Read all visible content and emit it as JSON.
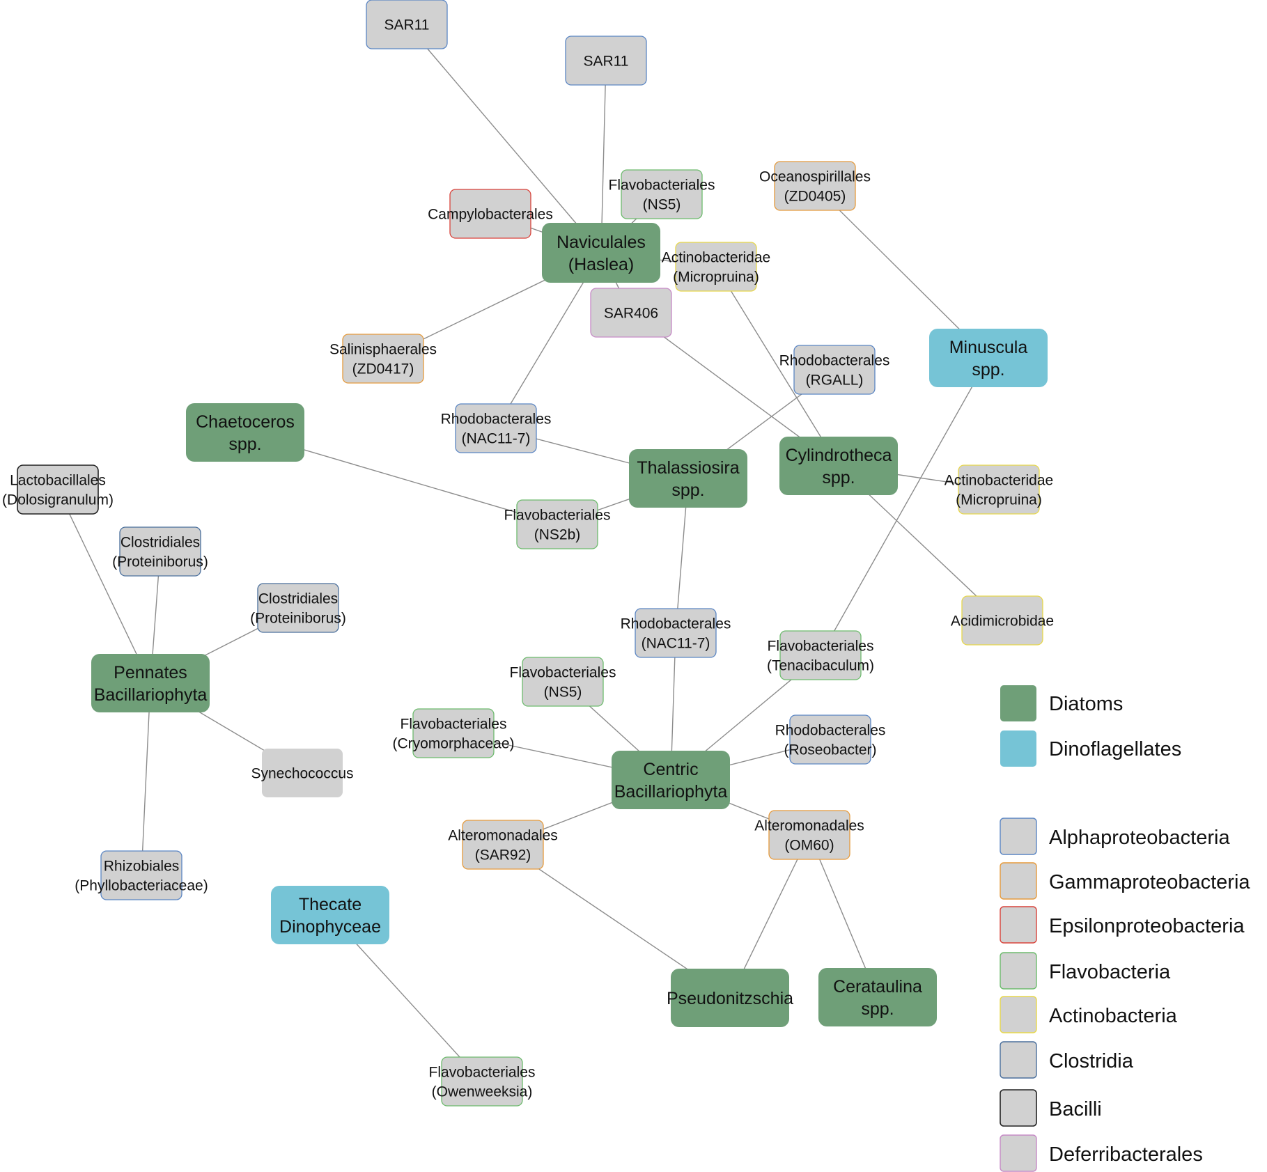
{
  "colors": {
    "diatom_fill": "#6f9f78",
    "dino_fill": "#76c4d6",
    "bacteria_fill": "#d1d1d1",
    "edge": "#8c8c8c",
    "alpha": "#5b86c4",
    "gamma": "#e59a3c",
    "epsilon": "#d9423a",
    "flavo": "#6dbb6d",
    "actino": "#e8d84a",
    "clostridia": "#4a6f9c",
    "bacilli": "#222222",
    "deferri": "#c68ac6"
  },
  "nodes": [
    {
      "id": "sar11a",
      "kind": "bacteria",
      "group": "alpha",
      "lines": [
        "SAR11"
      ]
    },
    {
      "id": "sar11b",
      "kind": "bacteria",
      "group": "alpha",
      "lines": [
        "SAR11"
      ]
    },
    {
      "id": "flavo_ns5_top",
      "kind": "bacteria",
      "group": "flavo",
      "lines": [
        "Flavobacteriales",
        "(NS5)"
      ]
    },
    {
      "id": "oceano",
      "kind": "bacteria",
      "group": "gamma",
      "lines": [
        "Oceanospirillales",
        "(ZD0405)"
      ]
    },
    {
      "id": "campy",
      "kind": "bacteria",
      "group": "epsilon",
      "lines": [
        "Campylobacterales"
      ]
    },
    {
      "id": "navic",
      "kind": "diatom",
      "lines": [
        "Naviculales",
        "(Haslea)"
      ]
    },
    {
      "id": "actino_top",
      "kind": "bacteria",
      "group": "actino",
      "lines": [
        "Actinobacteridae",
        "(Micropruina)"
      ]
    },
    {
      "id": "sar406",
      "kind": "bacteria",
      "group": "deferri",
      "lines": [
        "SAR406"
      ]
    },
    {
      "id": "salini",
      "kind": "bacteria",
      "group": "gamma",
      "lines": [
        "Salinisphaerales",
        "(ZD0417)"
      ]
    },
    {
      "id": "minus",
      "kind": "dino",
      "lines": [
        "Minuscula",
        "spp."
      ]
    },
    {
      "id": "rgall",
      "kind": "bacteria",
      "group": "alpha",
      "lines": [
        "Rhodobacterales",
        "(RGALL)"
      ]
    },
    {
      "id": "chaeto",
      "kind": "diatom",
      "lines": [
        "Chaetoceros",
        "spp."
      ]
    },
    {
      "id": "nac_top",
      "kind": "bacteria",
      "group": "alpha",
      "lines": [
        "Rhodobacterales",
        "(NAC11-7)"
      ]
    },
    {
      "id": "thalas",
      "kind": "diatom",
      "lines": [
        "Thalassiosira",
        "spp."
      ]
    },
    {
      "id": "cylin",
      "kind": "diatom",
      "lines": [
        "Cylindrotheca",
        "spp."
      ]
    },
    {
      "id": "actino_right",
      "kind": "bacteria",
      "group": "actino",
      "lines": [
        "Actinobacteridae",
        "(Micropruina)"
      ]
    },
    {
      "id": "lacto",
      "kind": "bacteria",
      "group": "bacilli",
      "lines": [
        "Lactobacillales",
        "(Dolosigranulum)"
      ]
    },
    {
      "id": "ns2b",
      "kind": "bacteria",
      "group": "flavo",
      "lines": [
        "Flavobacteriales",
        "(NS2b)"
      ]
    },
    {
      "id": "clos1",
      "kind": "bacteria",
      "group": "clostridia",
      "lines": [
        "Clostridiales",
        "(Proteiniborus)"
      ]
    },
    {
      "id": "clos2",
      "kind": "bacteria",
      "group": "clostridia",
      "lines": [
        "Clostridiales",
        "(Proteiniborus)"
      ]
    },
    {
      "id": "acidi",
      "kind": "bacteria",
      "group": "actino",
      "lines": [
        "Acidimicrobidae"
      ]
    },
    {
      "id": "nac_mid",
      "kind": "bacteria",
      "group": "alpha",
      "lines": [
        "Rhodobacterales",
        "(NAC11-7)"
      ]
    },
    {
      "id": "tenac",
      "kind": "bacteria",
      "group": "flavo",
      "lines": [
        "Flavobacteriales",
        "(Tenacibaculum)"
      ]
    },
    {
      "id": "pennates",
      "kind": "diatom",
      "lines": [
        "Pennates",
        "Bacillariophyta"
      ]
    },
    {
      "id": "ns5_mid",
      "kind": "bacteria",
      "group": "flavo",
      "lines": [
        "Flavobacteriales",
        "(NS5)"
      ]
    },
    {
      "id": "roseo",
      "kind": "bacteria",
      "group": "alpha",
      "lines": [
        "Rhodobacterales",
        "(Roseobacter)"
      ]
    },
    {
      "id": "cryo",
      "kind": "bacteria",
      "group": "flavo",
      "lines": [
        "Flavobacteriales",
        "(Cryomorphaceae)"
      ]
    },
    {
      "id": "centric",
      "kind": "diatom",
      "lines": [
        "Centric",
        "Bacillariophyta"
      ]
    },
    {
      "id": "syne",
      "kind": "bacteria",
      "group": "none",
      "lines": [
        "Synechococcus"
      ]
    },
    {
      "id": "sar92",
      "kind": "bacteria",
      "group": "gamma",
      "lines": [
        "Alteromonadales",
        "(SAR92)"
      ]
    },
    {
      "id": "om60",
      "kind": "bacteria",
      "group": "gamma",
      "lines": [
        "Alteromonadales",
        "(OM60)"
      ]
    },
    {
      "id": "rhizo",
      "kind": "bacteria",
      "group": "alpha",
      "lines": [
        "Rhizobiales",
        "(Phyllobacteriaceae)"
      ]
    },
    {
      "id": "thecate",
      "kind": "dino",
      "lines": [
        "Thecate",
        "Dinophyceae"
      ]
    },
    {
      "id": "pseudo",
      "kind": "diatom",
      "lines": [
        "Pseudonitzschia"
      ]
    },
    {
      "id": "cerat",
      "kind": "diatom",
      "lines": [
        "Cerataulina",
        "spp."
      ]
    },
    {
      "id": "owen",
      "kind": "bacteria",
      "group": "flavo",
      "lines": [
        "Flavobacteriales",
        "(Owenweeksia)"
      ]
    }
  ],
  "edges": [
    [
      "sar11a",
      "navic"
    ],
    [
      "sar11b",
      "navic"
    ],
    [
      "flavo_ns5_top",
      "navic"
    ],
    [
      "campy",
      "navic"
    ],
    [
      "actino_top",
      "navic"
    ],
    [
      "sar406",
      "navic"
    ],
    [
      "salini",
      "navic"
    ],
    [
      "nac_top",
      "navic"
    ],
    [
      "oceano",
      "minus"
    ],
    [
      "minus",
      "tenac"
    ],
    [
      "sar406",
      "cylin"
    ],
    [
      "actino_top",
      "cylin"
    ],
    [
      "cylin",
      "actino_right"
    ],
    [
      "cylin",
      "acidi"
    ],
    [
      "rgall",
      "thalas"
    ],
    [
      "nac_top",
      "thalas"
    ],
    [
      "thalas",
      "nac_mid"
    ],
    [
      "chaeto",
      "ns2b"
    ],
    [
      "ns2b",
      "thalas"
    ],
    [
      "lacto",
      "pennates"
    ],
    [
      "clos1",
      "pennates"
    ],
    [
      "clos2",
      "pennates"
    ],
    [
      "pennates",
      "syne"
    ],
    [
      "pennates",
      "rhizo"
    ],
    [
      "nac_mid",
      "centric"
    ],
    [
      "tenac",
      "centric"
    ],
    [
      "ns5_mid",
      "centric"
    ],
    [
      "roseo",
      "centric"
    ],
    [
      "cryo",
      "centric"
    ],
    [
      "centric",
      "sar92"
    ],
    [
      "centric",
      "om60"
    ],
    [
      "sar92",
      "pseudo"
    ],
    [
      "om60",
      "pseudo"
    ],
    [
      "om60",
      "cerat"
    ],
    [
      "thecate",
      "owen"
    ]
  ],
  "legend_host": [
    {
      "label": "Diatoms",
      "kind": "diatom"
    },
    {
      "label": "Dinoflagellates",
      "kind": "dino"
    }
  ],
  "legend_bacteria": [
    {
      "label": "Alphaproteobacteria",
      "group": "alpha"
    },
    {
      "label": "Gammaproteobacteria",
      "group": "gamma"
    },
    {
      "label": "Epsilonproteobacteria",
      "group": "epsilon"
    },
    {
      "label": "Flavobacteria",
      "group": "flavo"
    },
    {
      "label": "Actinobacteria",
      "group": "actino"
    },
    {
      "label": "Clostridia",
      "group": "clostridia"
    },
    {
      "label": "Bacilli",
      "group": "bacilli"
    },
    {
      "label": "Deferribacterales",
      "group": "deferri"
    }
  ]
}
